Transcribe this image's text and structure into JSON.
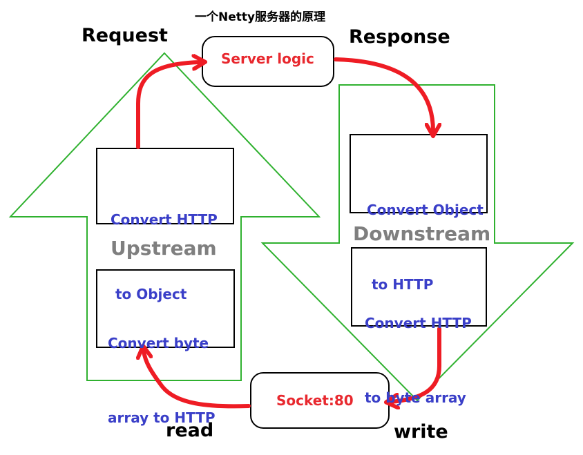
{
  "caption": "一个Netty服务器的原理",
  "labels": {
    "request": "Request",
    "response": "Response",
    "read": "read",
    "write": "write",
    "upstream": "Upstream",
    "downstream": "Downstream"
  },
  "nodes": {
    "server_logic": "Server logic",
    "socket": "Socket:80",
    "http_to_object": [
      "Convert HTTP",
      " to Object"
    ],
    "byte_to_http": [
      "Convert byte",
      "array to HTTP"
    ],
    "object_to_http": [
      "Convert Object",
      " to HTTP"
    ],
    "http_to_byte": [
      "Convert HTTP",
      "to byte array"
    ]
  },
  "colors": {
    "arrow_outline": "#2fb12f",
    "flow_arrow": "#ee1c24",
    "node_text": "#3a3fc8",
    "terminal_text": "#e8282e",
    "stream_label": "#7f7f7f"
  }
}
